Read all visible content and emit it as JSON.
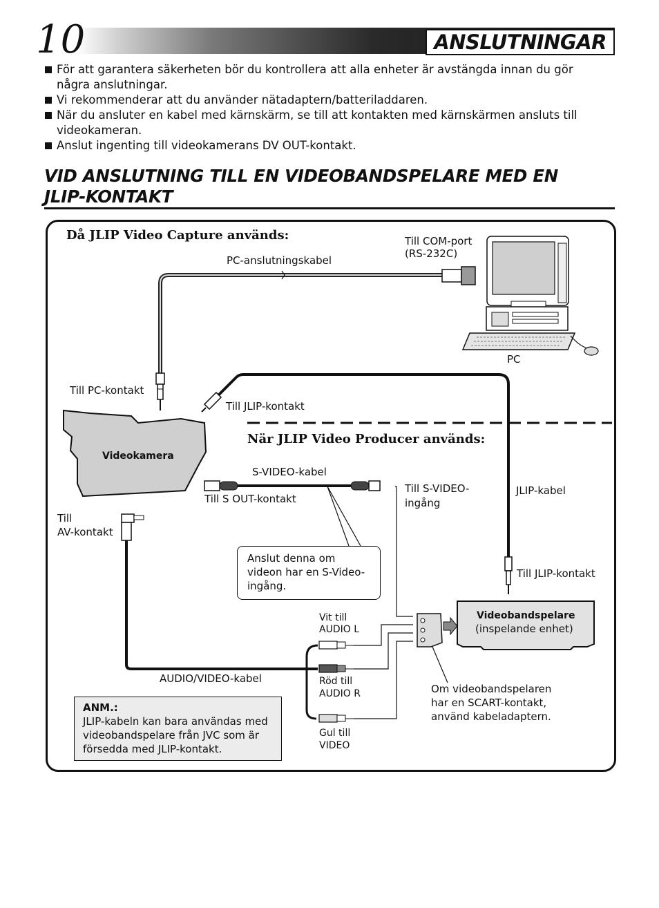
{
  "header": {
    "page_number": "10",
    "title": "ANSLUTNINGAR"
  },
  "bullets": [
    "För att garantera säkerheten bör du kontrollera att alla enheter är avstängda innan du gör några anslutningar.",
    "Vi rekommenderar att du använder nätadaptern/batteriladdaren.",
    "När du ansluter en kabel med kärnskärm, se till att kontakten med kärnskärmen ansluts till videokameran.",
    "Anslut ingenting till videokamerans DV OUT-kontakt."
  ],
  "section_title_lines": [
    "VID ANSLUTNING TILL EN VIDEOBANDSPELARE MED EN",
    "JLIP-KONTAKT"
  ],
  "diagram": {
    "capture_heading": "Då JLIP Video Capture används:",
    "producer_heading": "När JLIP Video Producer används:",
    "labels": {
      "com_port_1": "Till COM-port",
      "com_port_2": "(RS-232C)",
      "pc_cable": "PC-anslutningskabel",
      "pc": "PC",
      "pc_jack": "Till PC-kontakt",
      "jlip_jack_top": "Till JLIP-kontakt",
      "camcorder": "Videokamera",
      "svideo_cable": "S-VIDEO-kabel",
      "s_out": "Till S OUT-kontakt",
      "s_video_in_1": "Till S-VIDEO-",
      "s_video_in_2": "ingång",
      "jlip_cable": "JLIP-kabel",
      "av_jack_1": "Till",
      "av_jack_2": "AV-kontakt",
      "jlip_jack_bottom": "Till JLIP-kontakt",
      "white_1": "Vit till",
      "white_2": "AUDIO L",
      "vcr_title": "Videobandspelare",
      "vcr_sub": "(inspelande enhet)",
      "av_cable": "AUDIO/VIDEO-kabel",
      "red_1": "Röd till",
      "red_2": "AUDIO R",
      "yellow_1": "Gul till",
      "yellow_2": "VIDEO",
      "scart_1": "Om videobandspelaren",
      "scart_2": "har en SCART-kontakt,",
      "scart_3": "använd kabeladaptern."
    },
    "svideo_note": "Anslut denna om\nvideon har en S-Video-\ningång.",
    "anm_title": "ANM.:",
    "anm_text": "JLIP-kabeln kan bara användas med\nvideobandspelare från JVC som är\nförsedda med JLIP-kontakt."
  }
}
